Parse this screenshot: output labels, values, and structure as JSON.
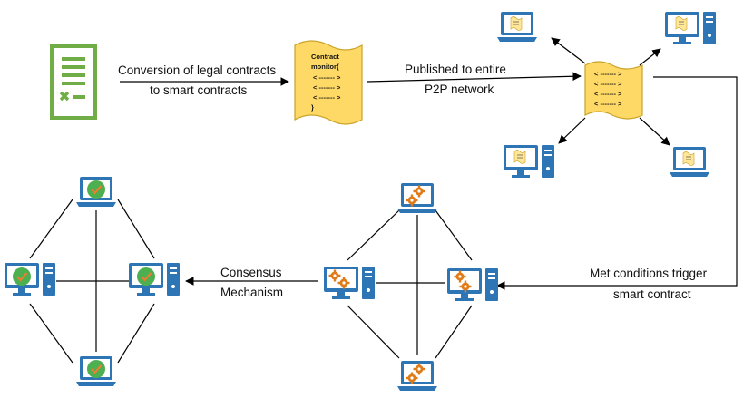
{
  "labels": {
    "conversion_line1": "Conversion of legal contracts",
    "conversion_line2": "to smart contracts",
    "published_line1": "Published to entire",
    "published_line2": "P2P network",
    "consensus_line1": "Consensus",
    "consensus_line2": "Mechanism",
    "trigger_line1": "Met conditions trigger",
    "trigger_line2": "smart contract"
  },
  "contract_scroll": {
    "line1": "Contract",
    "line2": "monitor{",
    "code_lines": [
      "< ------- >",
      "< ------- >",
      "< ------- >"
    ],
    "closing": "}"
  },
  "network_scroll": {
    "code_lines": [
      "< ------- >",
      "< ------- >",
      "< ------- >",
      "< ------- >"
    ]
  },
  "colors": {
    "document_green": "#70AD47",
    "scroll_yellow": "#FFD966",
    "scroll_outline": "#C9A227",
    "computer_blue": "#2E75B6",
    "screen_fill": "#FFE699",
    "gear_orange": "#E07B1A",
    "check_green": "#4CAF50",
    "check_mark_orange": "#ED7D31"
  }
}
